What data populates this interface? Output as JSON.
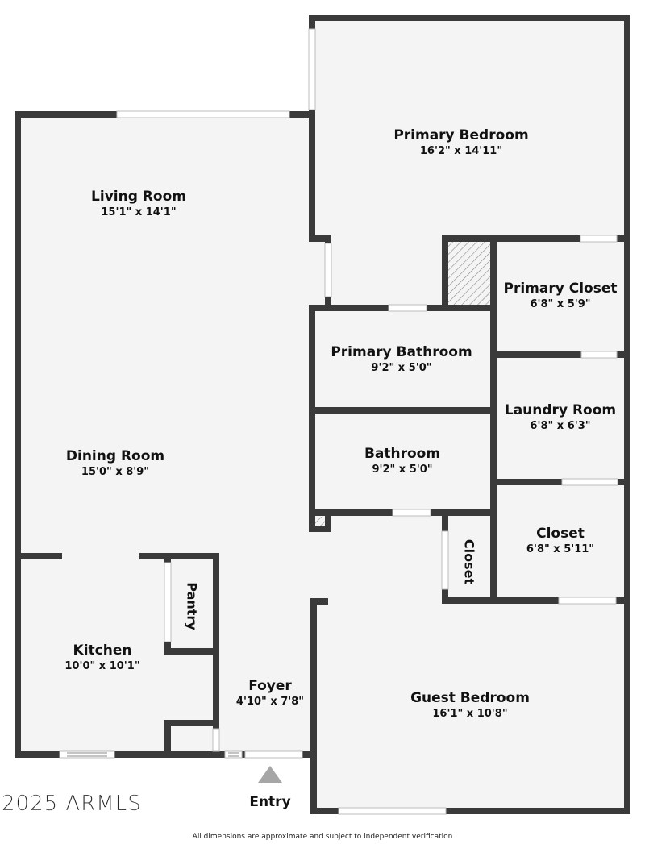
{
  "floorplan": {
    "colors": {
      "wall": "#3a3a3a",
      "floor": "#f4f4f4",
      "opening": "#ffffff",
      "entry_arrow": "#a6a6a6",
      "text": "#111111"
    },
    "rooms": [
      {
        "id": "primary-bedroom",
        "name": "Primary Bedroom",
        "dimensions": "16'2\" x 14'11\""
      },
      {
        "id": "living-room",
        "name": "Living Room",
        "dimensions": "15'1\" x 14'1\""
      },
      {
        "id": "primary-closet",
        "name": "Primary Closet",
        "dimensions": "6'8\" x 5'9\""
      },
      {
        "id": "primary-bathroom",
        "name": "Primary Bathroom",
        "dimensions": "9'2\" x 5'0\""
      },
      {
        "id": "laundry-room",
        "name": "Laundry Room",
        "dimensions": "6'8\" x 6'3\""
      },
      {
        "id": "dining-room",
        "name": "Dining Room",
        "dimensions": "15'0\" x 8'9\""
      },
      {
        "id": "bathroom",
        "name": "Bathroom",
        "dimensions": "9'2\" x 5'0\""
      },
      {
        "id": "closet",
        "name": "Closet",
        "dimensions": "6'8\" x 5'11\""
      },
      {
        "id": "kitchen",
        "name": "Kitchen",
        "dimensions": "10'0\" x 10'1\""
      },
      {
        "id": "foyer",
        "name": "Foyer",
        "dimensions": "4'10\" x 7'8\""
      },
      {
        "id": "guest-bedroom",
        "name": "Guest Bedroom",
        "dimensions": "16'1\" x 10'8\""
      }
    ],
    "small_labels": {
      "pantry": "Pantry",
      "hall_closet": "Closet"
    },
    "entry_label": "Entry",
    "copyright": "2025 ARMLS",
    "disclaimer": "All dimensions are approximate and subject to independent verification"
  }
}
